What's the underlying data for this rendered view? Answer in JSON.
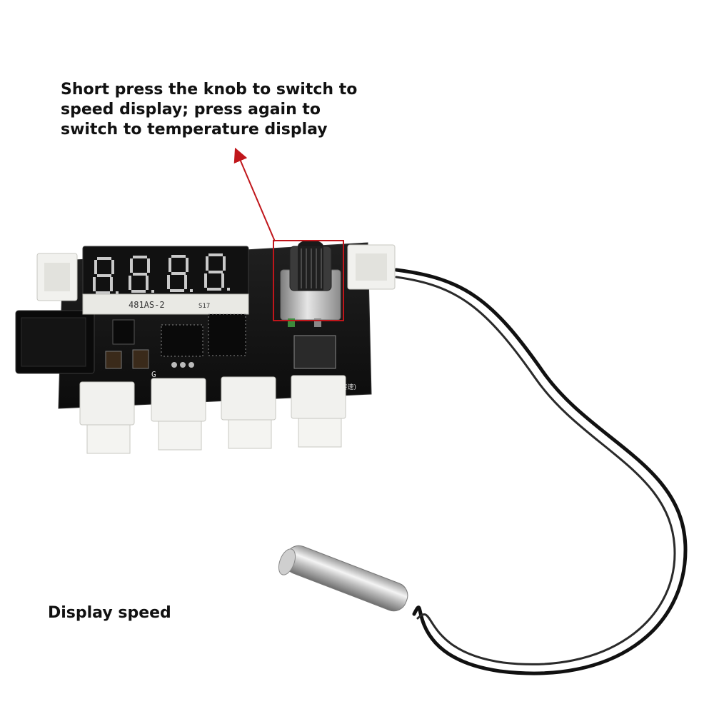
{
  "annotations": {
    "top_caption": "Short press the knob to switch to speed display; press again to switch to temperature display",
    "bottom_caption": "Display speed"
  },
  "board": {
    "display_model": "481AS-2",
    "display_sub": "S17",
    "pin_label": "G",
    "header_label": "(带转速)"
  },
  "colors": {
    "pcb": "#141414",
    "callout": "#c0161b",
    "connector": "#f1f1ee",
    "led_segment": "#c9c9c9"
  }
}
